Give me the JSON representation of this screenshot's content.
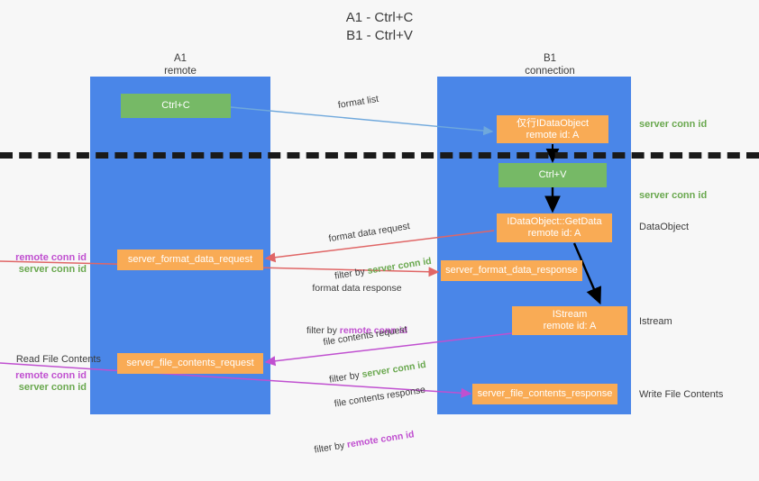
{
  "title": "A1 - Ctrl+C\nB1 - Ctrl+V",
  "columns": {
    "left": {
      "name": "A1",
      "role": "remote",
      "header": "A1\nremote"
    },
    "right": {
      "name": "B1",
      "role": "connection",
      "header": "B1\nconnection"
    }
  },
  "colors": {
    "lane": "#4a86e8",
    "box_orange": "#f9ab55",
    "box_green": "#76b966",
    "server_conn_id": "#6aa84f",
    "remote_conn_id": "#c050d0",
    "arrow_blue": "#6fa8dc",
    "arrow_red": "#e06666",
    "arrow_magenta": "#c050d0",
    "arrow_black": "#000000",
    "background": "#f7f7f7",
    "separator": "#1a1a1a"
  },
  "nodes": {
    "ctrl_c": {
      "label": "Ctrl+C"
    },
    "data_object": {
      "label": "仅行IDataObject",
      "sub": "remote id: A"
    },
    "ctrl_v": {
      "label": "Ctrl+V"
    },
    "get_data": {
      "label": "IDataObject::GetData",
      "sub": "remote id: A"
    },
    "istream": {
      "label": "IStream",
      "sub": "remote id: A"
    },
    "fmt_data_request": {
      "label": "server_format_data_request"
    },
    "fmt_data_response": {
      "label": "server_format_data_response"
    },
    "file_contents_request": {
      "label": "server_file_contents_request"
    },
    "file_contents_response": {
      "label": "server_file_contents_response"
    }
  },
  "edges": {
    "format_list": {
      "label": "format list"
    },
    "format_data_request": {
      "line1": "format data request",
      "filter_prefix": "filter by ",
      "filter_value": "server conn id"
    },
    "format_data_response": {
      "line1": "format data response",
      "filter_prefix": "filter by ",
      "filter_value": "remote conn id"
    },
    "file_contents_request": {
      "line1": "file contents request",
      "filter_prefix": "filter by ",
      "filter_value": "server conn id"
    },
    "file_contents_response": {
      "line1": "file contents response",
      "filter_prefix": "filter by ",
      "filter_value": "remote conn id"
    }
  },
  "right_labels": {
    "server_conn_id_top": "server conn id",
    "server_conn_id_middle": "server conn id",
    "data_object": "DataObject",
    "istream": "Istream",
    "write_file_contents": "Write File Contents"
  },
  "left_labels": {
    "remote_conn_id_mid": "remote conn id",
    "server_conn_id_mid": "server conn id",
    "read_file_contents": "Read File Contents",
    "remote_conn_id_bot": "remote conn id",
    "server_conn_id_bot": "server conn id"
  }
}
